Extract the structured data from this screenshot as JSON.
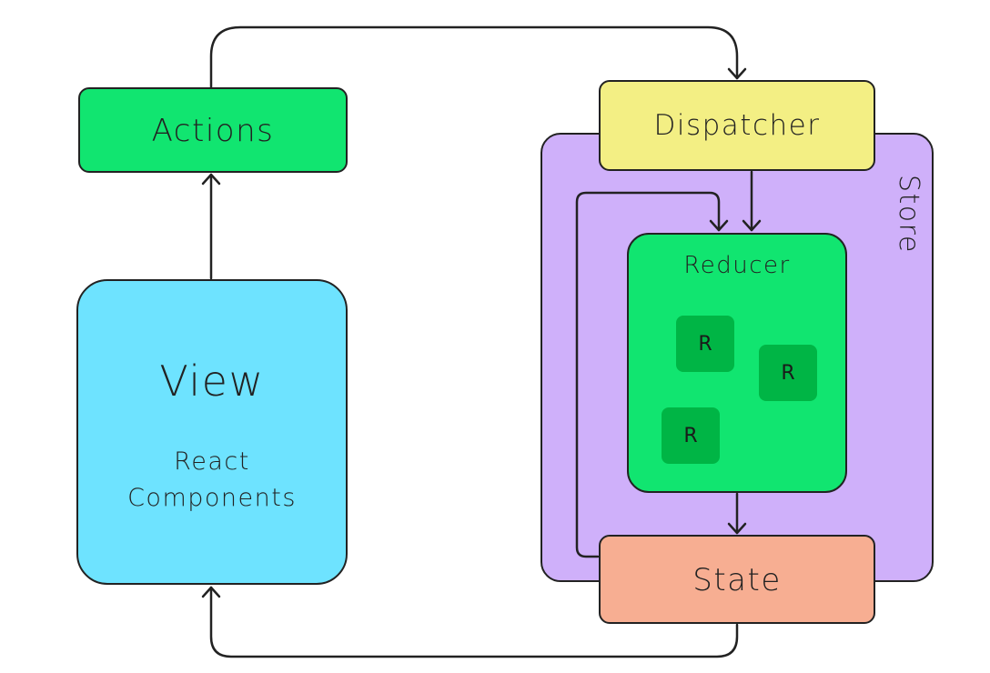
{
  "nodes": {
    "actions": {
      "label": "Actions"
    },
    "view": {
      "title": "View",
      "subtitle_line1": "React",
      "subtitle_line2": "Components"
    },
    "store": {
      "label": "Store"
    },
    "dispatcher": {
      "label": "Dispatcher"
    },
    "reducer": {
      "label": "Reducer",
      "chips": [
        "R",
        "R",
        "R"
      ]
    },
    "state": {
      "label": "State"
    }
  },
  "edges": [
    {
      "from": "actions",
      "to": "dispatcher"
    },
    {
      "from": "dispatcher",
      "to": "reducer"
    },
    {
      "from": "state",
      "to": "reducer"
    },
    {
      "from": "reducer",
      "to": "state"
    },
    {
      "from": "state",
      "to": "view"
    },
    {
      "from": "view",
      "to": "actions"
    }
  ],
  "colors": {
    "actions": "#11e570",
    "view": "#6ee3ff",
    "store": "#cfb0fa",
    "dispatcher": "#f3ef84",
    "reducer": "#11e570",
    "reducer_chip": "#00b545",
    "state": "#f7ae92",
    "line": "#222222"
  }
}
